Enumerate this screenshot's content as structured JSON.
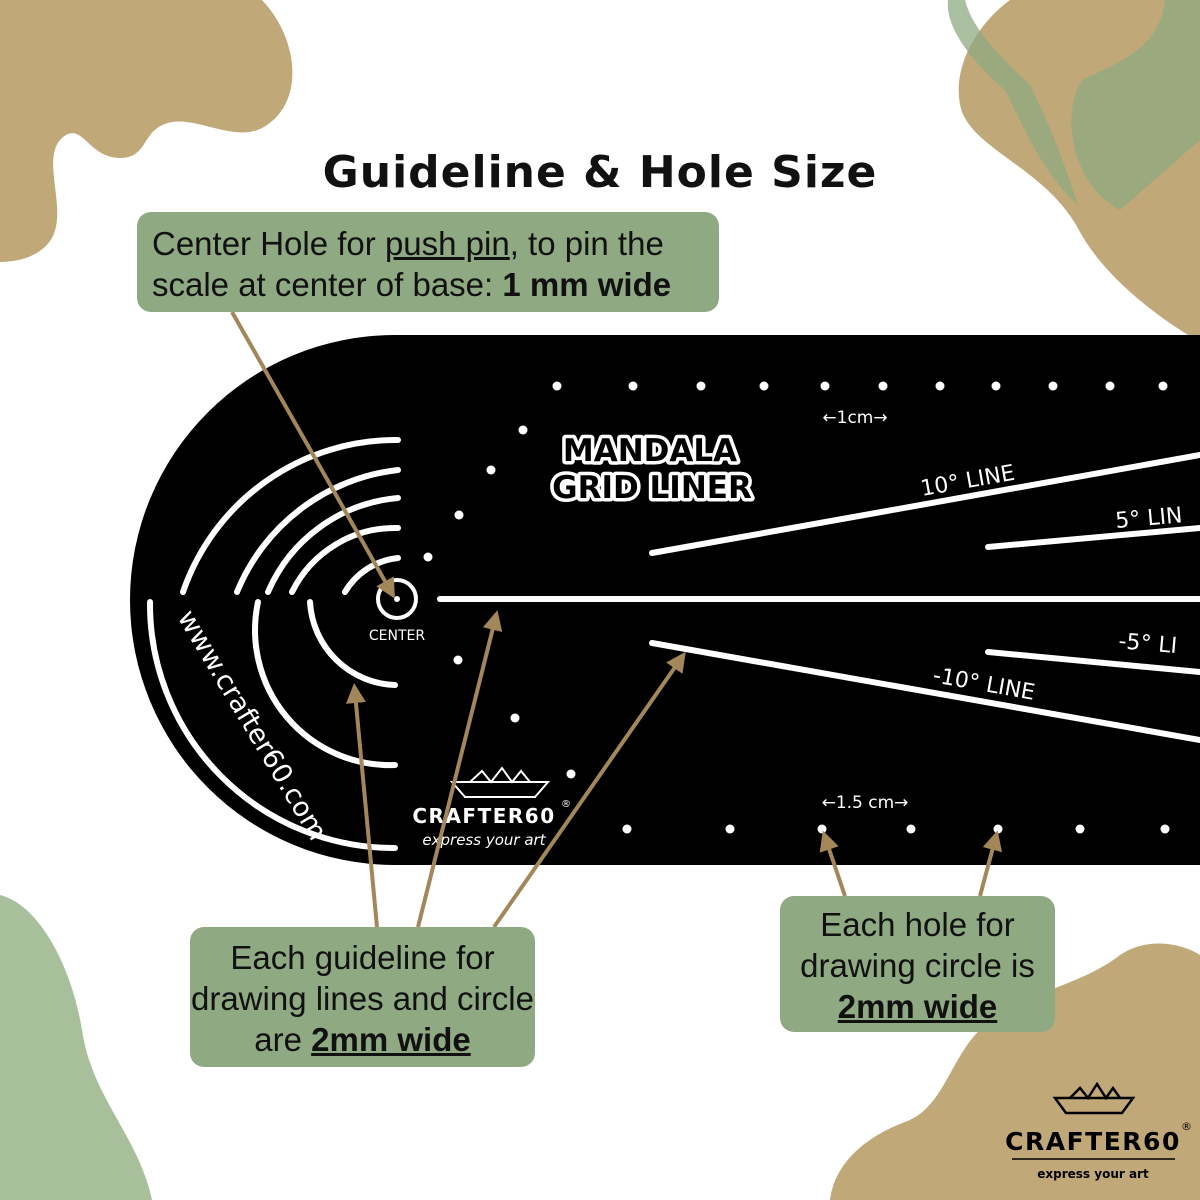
{
  "title": "Guideline & Hole Size",
  "callouts": {
    "center_hole": {
      "text_a": "Center Hole for ",
      "link": "push pin",
      "text_b": ", to pin the scale at center of base: ",
      "bold": "1 mm wide"
    },
    "guideline": {
      "text": "Each guideline for drawing lines and circle are ",
      "bold": "2mm wide"
    },
    "hole": {
      "text": "Each hole for drawing circle is ",
      "bold": "2mm wide"
    }
  },
  "stencil": {
    "brand_title_1": "MANDALA",
    "brand_title_2": "GRID LINER",
    "spacing_top": "←1cm→",
    "spacing_bottom": "←1.5 cm→",
    "center_label": "CENTER",
    "line_10": "10° LINE",
    "line_5": "5° LIN",
    "line_neg5": "-5° LI",
    "line_neg10": "-10° LINE",
    "website": "www.crafter60.com",
    "logo_name": "CRAFTER60",
    "logo_tagline": "express your art"
  },
  "footer_logo": {
    "name": "CRAFTER60",
    "tagline": "express your art"
  },
  "colors": {
    "sage": "#8fa982",
    "tan": "#c0a878",
    "stencil": "#000000",
    "arrow": "#a3875a"
  },
  "icons": [
    "paper-boat-icon",
    "registered-mark-icon"
  ]
}
